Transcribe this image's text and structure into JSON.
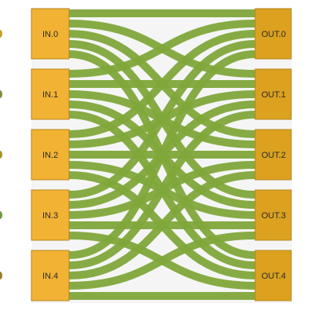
{
  "diagram": {
    "inputs": [
      {
        "label": "IN.0"
      },
      {
        "label": "IN.1"
      },
      {
        "label": "IN.2"
      },
      {
        "label": "IN.3"
      },
      {
        "label": "IN.4"
      }
    ],
    "outputs": [
      {
        "label": "OUT.0"
      },
      {
        "label": "OUT.1"
      },
      {
        "label": "OUT.2"
      },
      {
        "label": "OUT.3"
      },
      {
        "label": "OUT.4"
      }
    ],
    "connections": "all-to-all",
    "colors": {
      "input_node": "#f2b233",
      "output_node": "#dba11f",
      "node_border": "#b5861e",
      "link": "#7fa63a",
      "background": "#f5f5f5",
      "left_dots": [
        "#c9a227",
        "#7d8f3a",
        "#a6942c",
        "#6f9a3b",
        "#9b7d2a"
      ]
    }
  }
}
